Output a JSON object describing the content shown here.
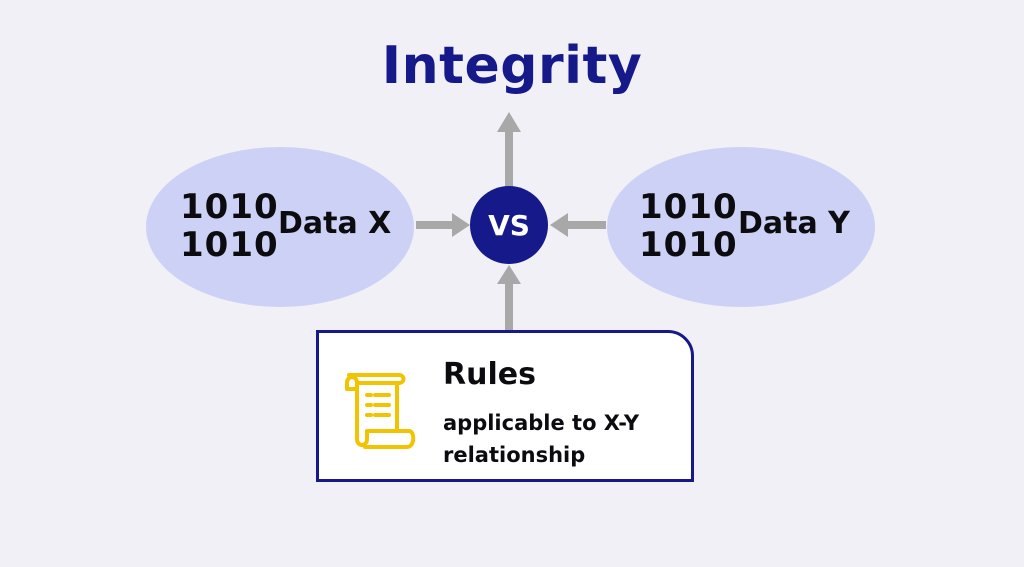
{
  "title": "Integrity",
  "center": {
    "label": "VS"
  },
  "data_x": {
    "label": "Data X",
    "binary_line1": "1010",
    "binary_line2": "1010"
  },
  "data_y": {
    "label": "Data Y",
    "binary_line1": "1010",
    "binary_line2": "1010"
  },
  "rules": {
    "title": "Rules",
    "subtitle": "applicable to X-Y relationship",
    "icon": "scroll-icon"
  },
  "colors": {
    "background": "#f1f0f6",
    "navy": "#15198a",
    "ellipse": "#cdd1f6",
    "arrow": "#a8a8a8",
    "icon_gold": "#f2c300"
  }
}
